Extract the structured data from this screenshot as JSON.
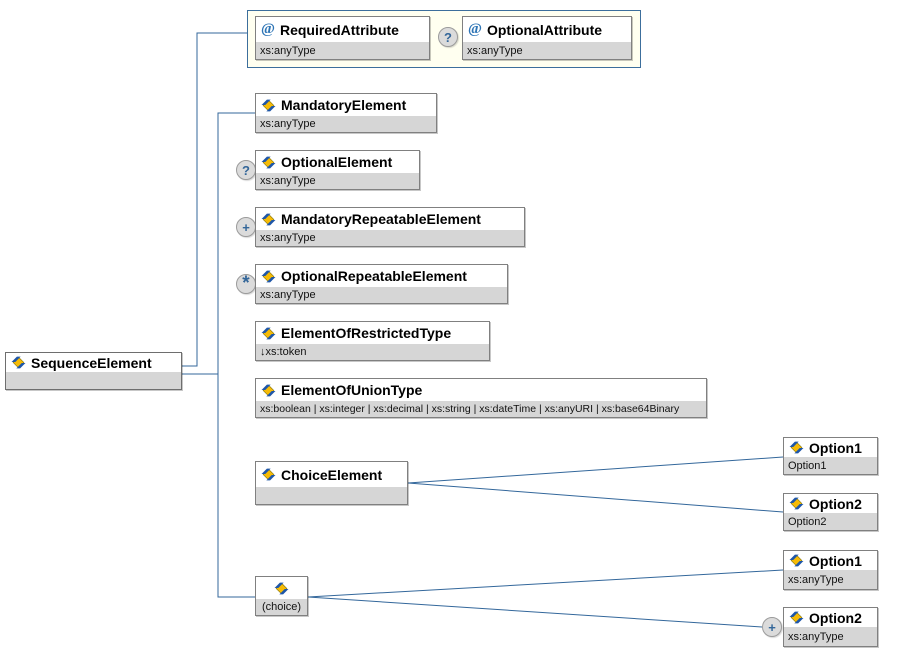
{
  "nodes": {
    "root": {
      "label": "SequenceElement"
    },
    "required_attr": {
      "label": "RequiredAttribute",
      "subtitle": "xs:anyType"
    },
    "optional_attr": {
      "label": "OptionalAttribute",
      "subtitle": "xs:anyType"
    },
    "mandatory": {
      "label": "MandatoryElement",
      "subtitle": "xs:anyType"
    },
    "optional": {
      "label": "OptionalElement",
      "subtitle": "xs:anyType"
    },
    "mandatory_repeatable": {
      "label": "MandatoryRepeatableElement",
      "subtitle": "xs:anyType"
    },
    "optional_repeatable": {
      "label": "OptionalRepeatableElement",
      "subtitle": "xs:anyType"
    },
    "restricted": {
      "label": "ElementOfRestrictedType",
      "subtitle": "↓xs:token"
    },
    "union": {
      "label": "ElementOfUnionType",
      "subtitle": "xs:boolean | xs:integer | xs:decimal | xs:string | xs:dateTime | xs:anyURI | xs:base64Binary"
    },
    "choice_element": {
      "label": "ChoiceElement"
    },
    "choice_group": {
      "subtitle": "(choice)"
    },
    "option1_top": {
      "label": "Option1",
      "subtitle": "Option1"
    },
    "option2_top": {
      "label": "Option2",
      "subtitle": "Option2"
    },
    "option1_bottom": {
      "label": "Option1",
      "subtitle": "xs:anyType"
    },
    "option2_bottom": {
      "label": "Option2",
      "subtitle": "xs:anyType"
    }
  },
  "badges": {
    "optional": "?",
    "one_or_more": "+",
    "zero_or_more": "*"
  },
  "icons": {
    "attribute": "@"
  },
  "colors": {
    "connector": "#33679b",
    "box_border": "#808080",
    "subtitle_bg": "#d6d6d6",
    "attr_group_bg": "#fffff0",
    "attr_group_border": "#3c6e9c",
    "badge_bg": "#dbdbdb",
    "badge_symbol": "#336699",
    "attribute_icon": "#2d74b5",
    "element_icon_blue": "#1e56a8",
    "element_icon_gold": "#f6bb06"
  }
}
